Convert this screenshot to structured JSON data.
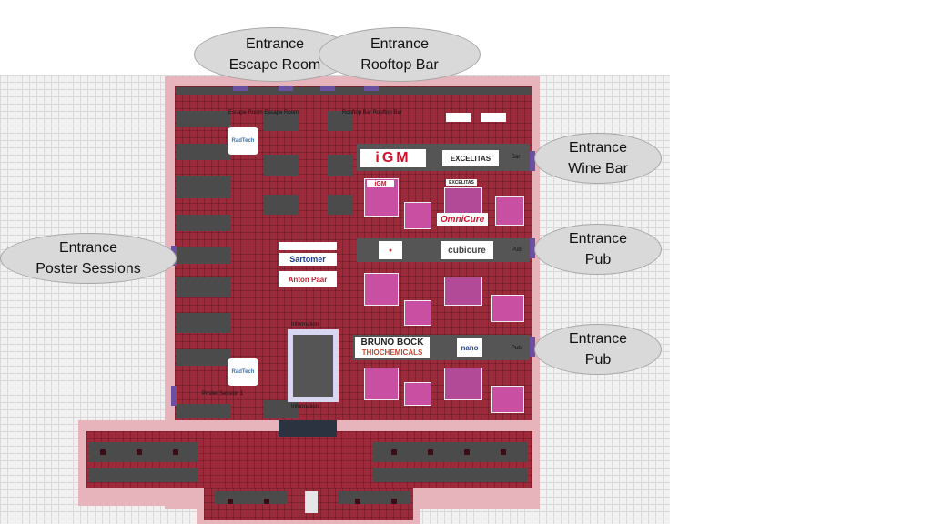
{
  "entrances": [
    {
      "line1": "Entrance",
      "line2": "Escape Room"
    },
    {
      "line1": "Entrance",
      "line2": "Rooftop Bar"
    },
    {
      "line1": "Entrance",
      "line2": "Wine Bar"
    },
    {
      "line1": "Entrance",
      "line2": "Poster Sessions"
    },
    {
      "line1": "Entrance",
      "line2": "Pub"
    },
    {
      "line1": "Entrance",
      "line2": "Pub"
    }
  ],
  "exhibitors": {
    "igm": "iGM",
    "excelitas": "EXCELITAS",
    "omnicure": "OmniCure",
    "cubicure": "cubicure",
    "arkema": "Sartomer",
    "anton_paar": "Anton Paar",
    "bruno_bock": "BRUNO BOCK",
    "bruno_bock_sub": "THIOCHEMICALS",
    "nano": "nano",
    "radtech": "RadTech"
  },
  "floor_labels": {
    "escape_room": "Escape Room Escape Room",
    "rooftop_bar": "Rooftop Bar Rooftop Bar",
    "bar": "Bar",
    "pub1": "Pub",
    "pub2": "Pub",
    "information": "Information",
    "poster": "Poster Session 1"
  },
  "colors": {
    "floor": "#9c2a3a",
    "hall_border": "#e8b4bc",
    "booth": "#c94fa3",
    "callout": "#d9d9d9"
  }
}
